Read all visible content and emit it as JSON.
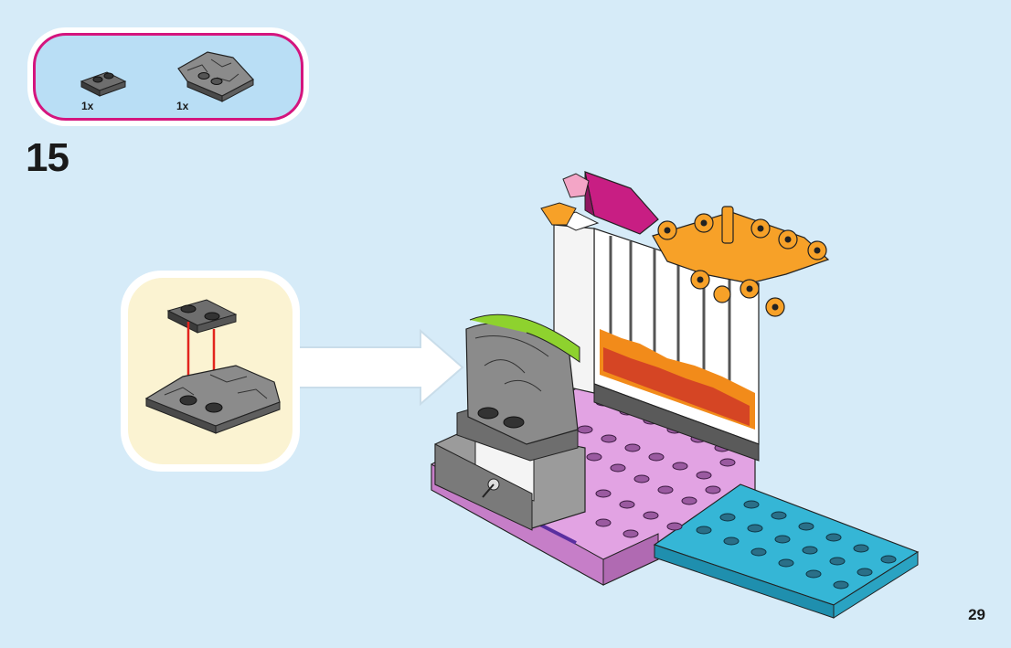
{
  "step": {
    "number": "15"
  },
  "page": {
    "number": "29"
  },
  "parts_list": {
    "items": [
      {
        "name": "dark-gray-plate-1x2",
        "quantity": "1x"
      },
      {
        "name": "gray-rock-slope-piece",
        "quantity": "1x"
      }
    ]
  },
  "colors": {
    "background": "#d6ebf8",
    "callout_border": "#d4157e",
    "callout_fill": "#b9def5",
    "subassembly_fill": "#fbf3d2",
    "lavender": "#e2a3e3",
    "teal": "#35b6d6",
    "rock_gray": "#8a8a8a",
    "lime": "#8ed22e",
    "magenta": "#c81e83",
    "orange": "#f7a128",
    "arrow": "#e2241d"
  }
}
